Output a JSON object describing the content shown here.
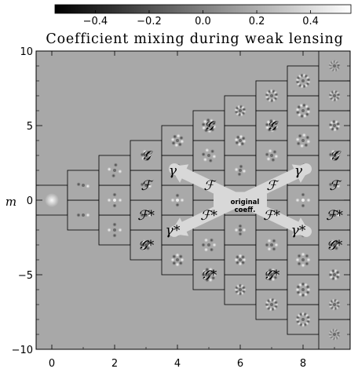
{
  "title": "Coefficient mixing during weak lensing",
  "colorbar": {
    "ticks": [
      "−0.4",
      "−0.2",
      "0.0",
      "0.2",
      "0.4"
    ],
    "range": [
      -0.55,
      0.55
    ]
  },
  "axes": {
    "y_label": "m",
    "x_ticks": [
      "0",
      "2",
      "4",
      "6",
      "8"
    ],
    "y_ticks": [
      "10",
      "5",
      "0",
      "−5",
      "−10"
    ],
    "xlim": [
      -0.5,
      9.5
    ],
    "ylim": [
      -10,
      10
    ]
  },
  "annotation": {
    "line1": "original",
    "line2": "coeff."
  },
  "operators": {
    "G": "𝒢",
    "F": "ℱ",
    "Fs": "ℱ*",
    "Gs": "𝒢*",
    "gamma": "γ",
    "gammas": "γ*"
  },
  "colors": {
    "background": "#a8a8a8",
    "arrow": "#d8d8d8"
  }
}
